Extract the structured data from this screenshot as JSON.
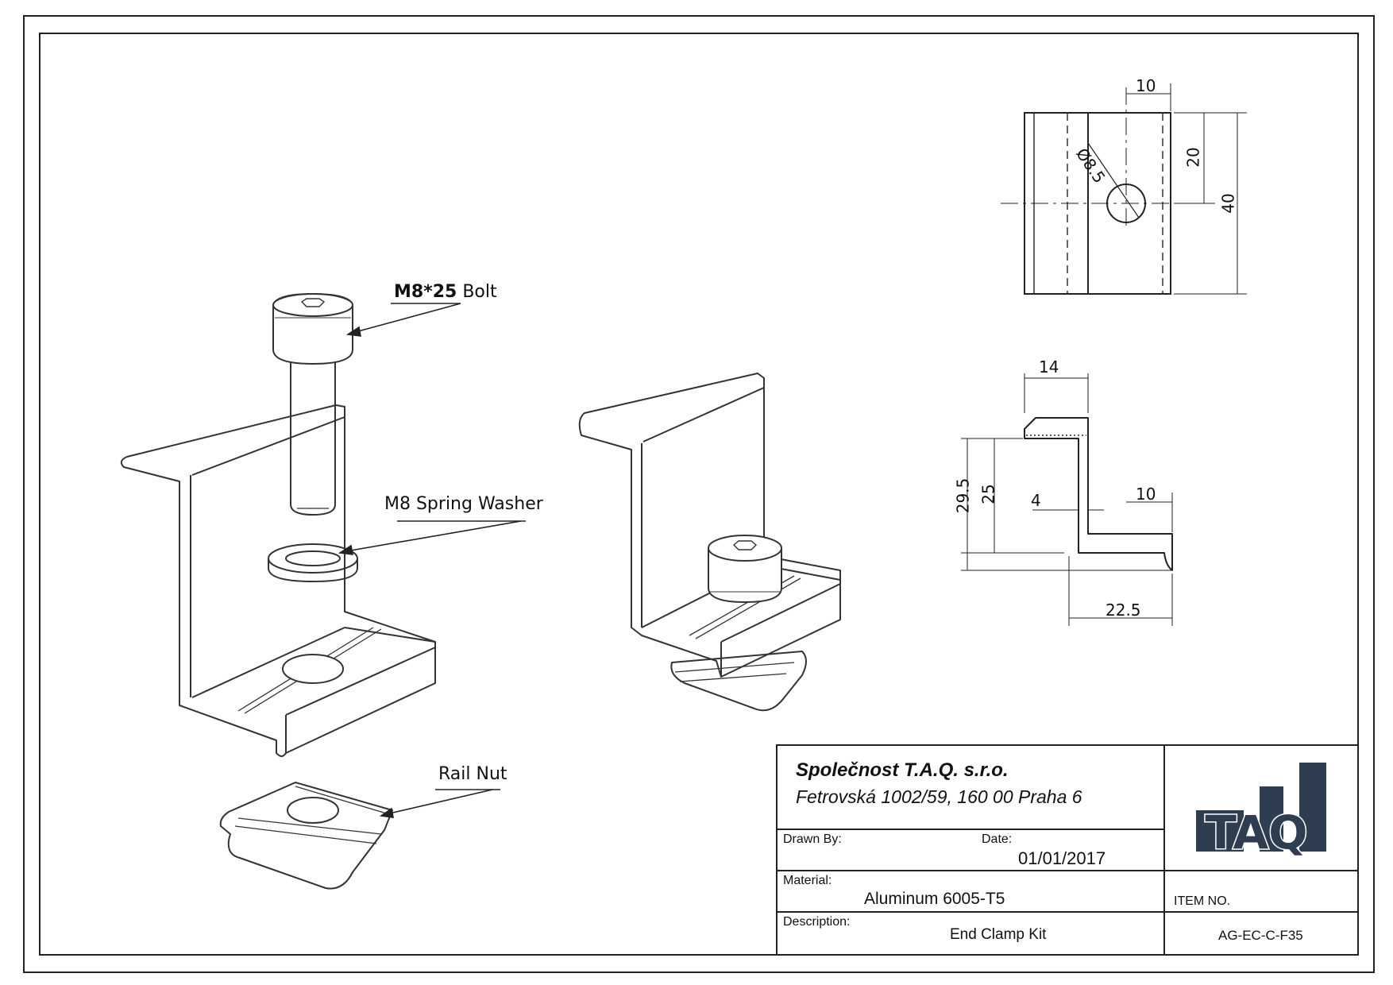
{
  "callouts": {
    "bolt_bold": "M8*25",
    "bolt_rest": " Bolt",
    "washer": "M8 Spring Washer",
    "rail_nut": "Rail Nut"
  },
  "dimensions": {
    "top_view": {
      "width_top": "10",
      "height_half": "20",
      "height_total": "40",
      "hole_dia": "Ø8.5"
    },
    "side_view": {
      "top_width": "14",
      "height_total": "29.5",
      "height_inner": "25",
      "wall": "4",
      "foot_top": "10",
      "foot_bottom": "22.5"
    }
  },
  "title_block": {
    "company": "Společnost T.A.Q. s.r.o.",
    "address": "Fetrovská 1002/59, 160 00 Praha 6",
    "drawn_by_label": "Drawn By:",
    "drawn_by_value": "",
    "date_label": "Date:",
    "date_value": "01/01/2017",
    "material_label": "Material:",
    "material_value": "Aluminum 6005-T5",
    "description_label": "Description:",
    "description_value": "End Clamp Kit",
    "item_no_label": "ITEM NO.",
    "item_no_value": "AG-EC-C-F35",
    "logo_text": "TAQ",
    "logo_color": "#2e3d4f"
  }
}
